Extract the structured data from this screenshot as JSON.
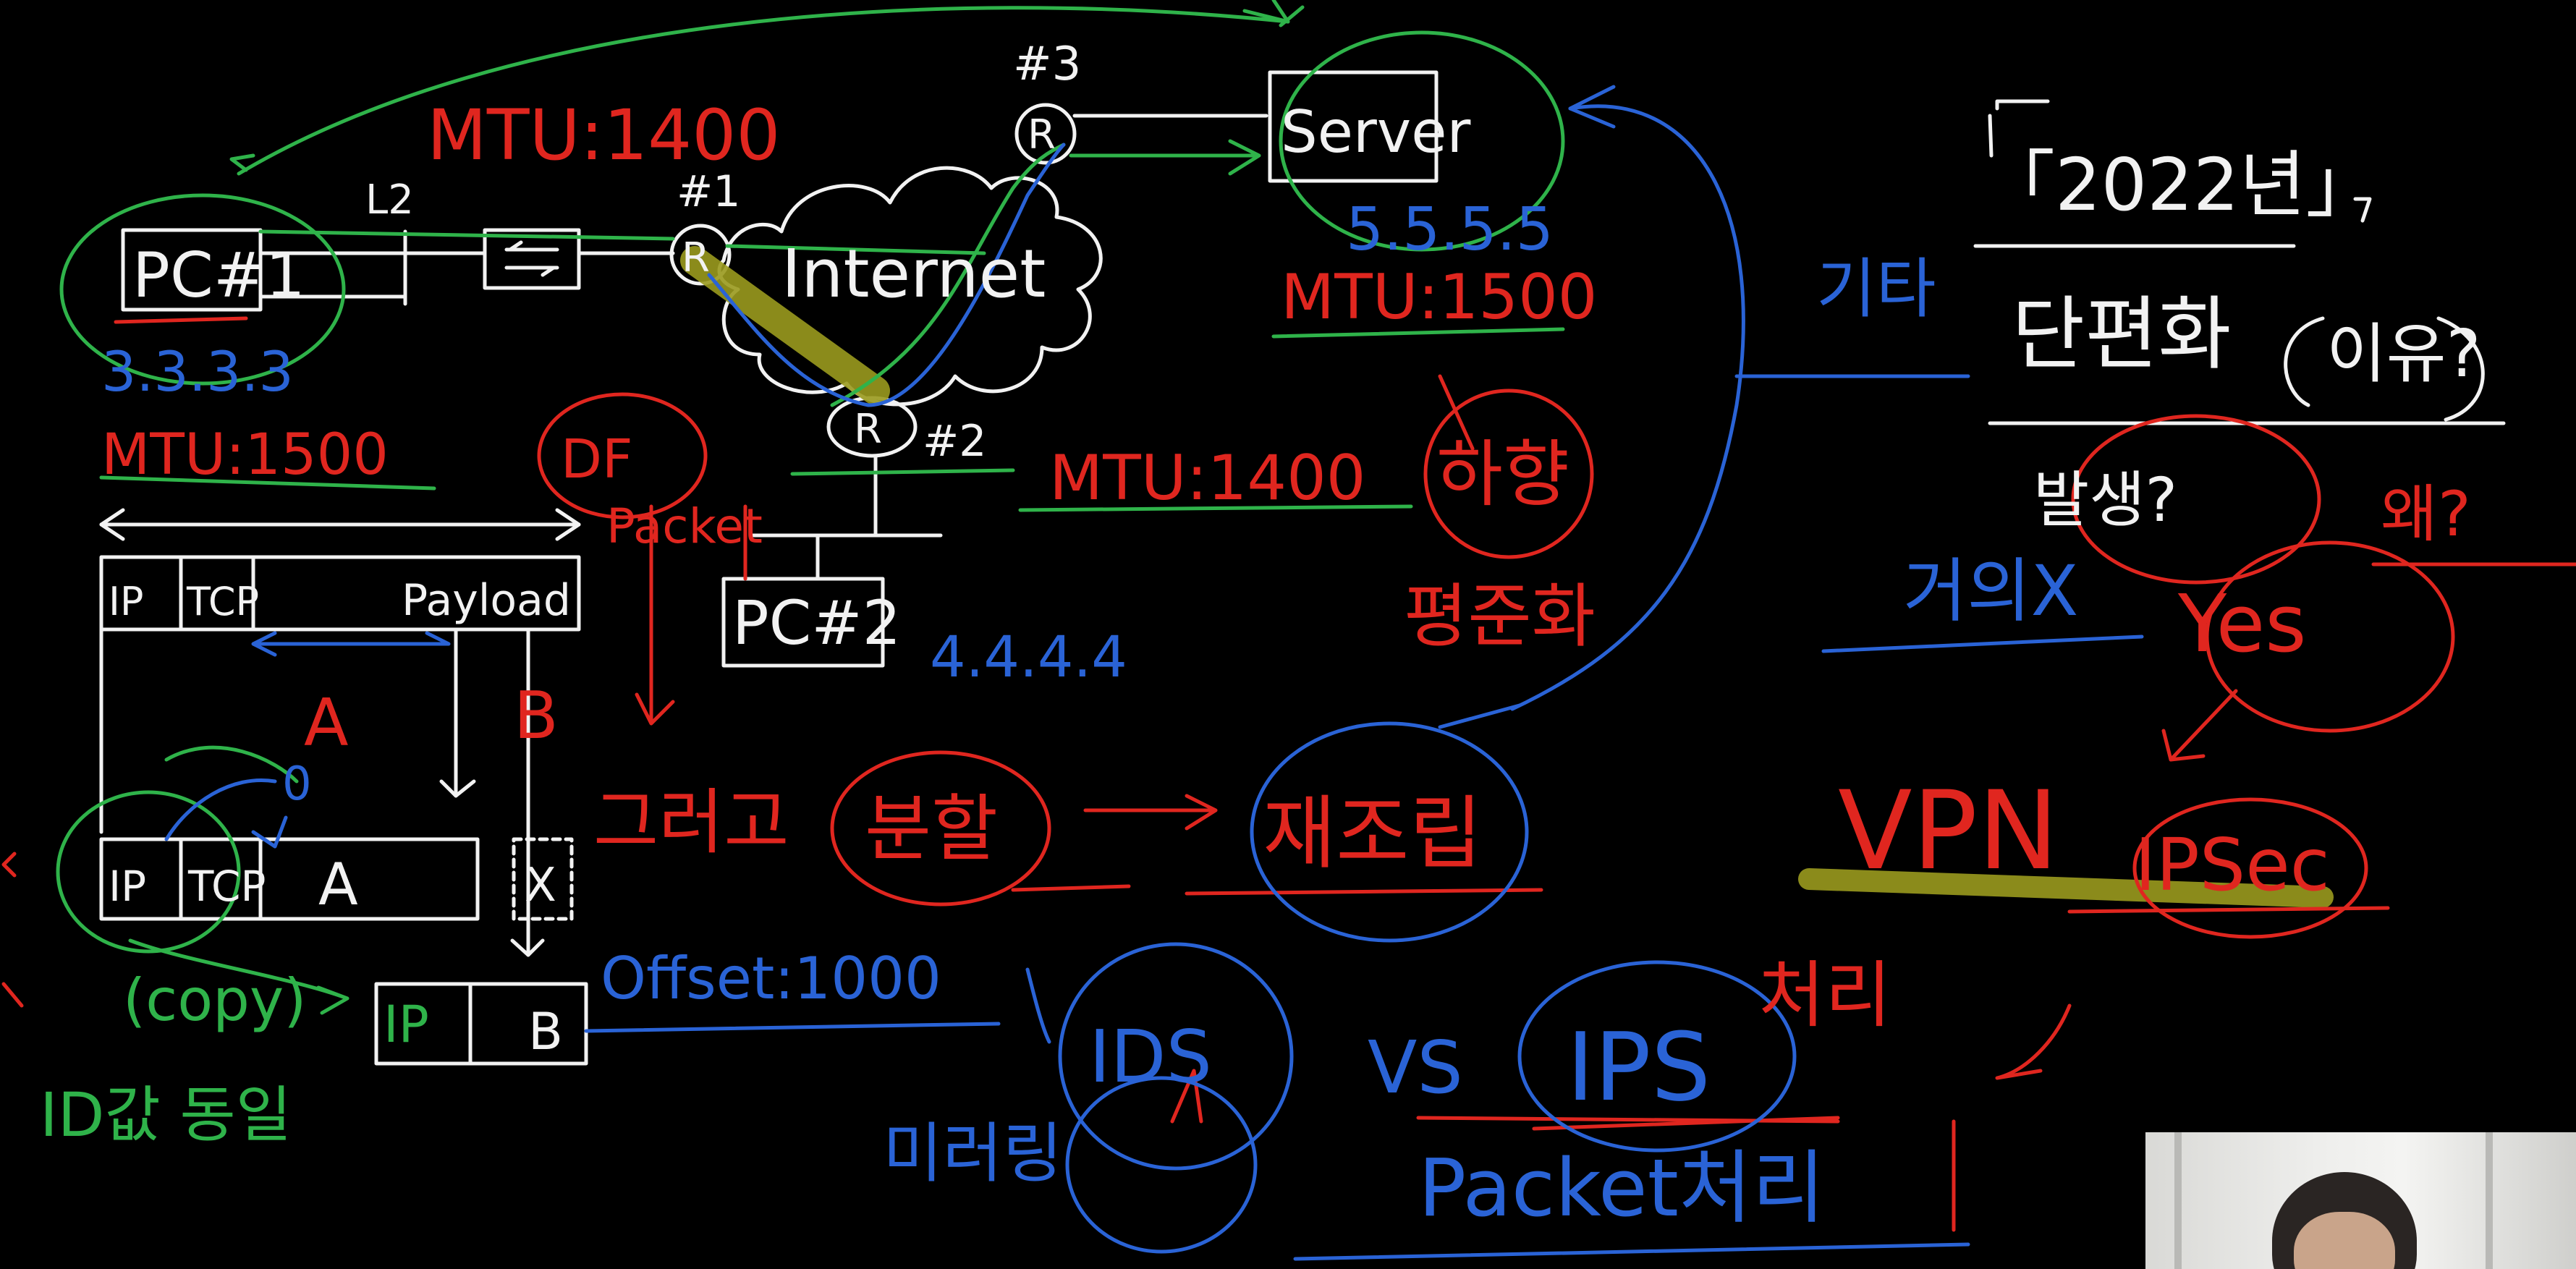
{
  "colors": {
    "background": "#000000",
    "white": "#f2f2f2",
    "green": "#2fb34a",
    "red": "#e0261f",
    "blue": "#2a63d6",
    "yellow_highlight": "#9a9a1e"
  },
  "topology": {
    "pc1": "PC#1",
    "pc1_ip": "3.3.3.3",
    "pc2": "PC#2",
    "pc2_ip": "4.4.4.4",
    "server": "Server",
    "server_ip": "5.5.5.5",
    "internet": "Internet",
    "l2": "L2",
    "router": "R",
    "r1": "#1",
    "r2": "#2",
    "r3": "#3",
    "mtu_top": "MTU:1400",
    "mtu_pc1": "MTU:1500",
    "mtu_server": "MTU:1500",
    "mtu_r2": "MTU:1400",
    "r2_note": "하향",
    "r2_note2": "평준화"
  },
  "packet": {
    "label1": "DF",
    "label2": "Packet",
    "ip": "IP",
    "tcp": "TCP",
    "payload": "Payload",
    "a": "A",
    "b": "B",
    "zero": "0",
    "ip2": "IP",
    "tcp2": "TCP",
    "frag_a": "A",
    "x": "X",
    "copy": "(copy)",
    "ip3": "IP",
    "frag_b": "B",
    "id_same": "ID값 동일",
    "offset": "Offset:1000"
  },
  "middle": {
    "then": "그러고",
    "fragment": "분할",
    "reassemble": "재조립",
    "ids": "IDS",
    "ips": "IPS",
    "vs": "VS",
    "mirror": "미러링",
    "process": "처리",
    "packet_note": "Packet처리"
  },
  "right": {
    "year": "「2022년」",
    "trend": "단편화",
    "question": "이유?",
    "occur": "발생?",
    "why": "왜?",
    "yes": "Yes",
    "almost": "거의X",
    "vpn": "VPN",
    "ipsec": "IPSec",
    "side": "기타"
  }
}
